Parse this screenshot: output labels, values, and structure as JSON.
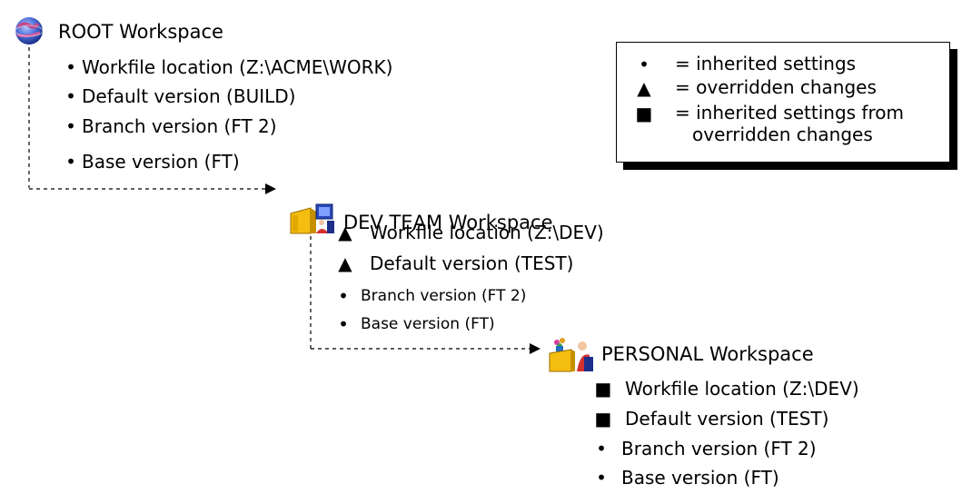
{
  "root": {
    "title": "ROOT Workspace",
    "icon": "globe-icon",
    "items": [
      {
        "marker": "•",
        "text": "Workfile location (Z:\\ACME\\WORK)"
      },
      {
        "marker": "•",
        "text": "Default version (BUILD)"
      },
      {
        "marker": "•",
        "text": "Branch version (FT 2)"
      },
      {
        "marker": "•",
        "text": "Base version (FT)"
      }
    ]
  },
  "dev_team": {
    "title": "DEV TEAM Workspace",
    "icon": "team-workstation-icon",
    "items": [
      {
        "marker": "▲",
        "text": "Workfile location (Z:\\DEV)"
      },
      {
        "marker": "▲",
        "text": "Default version (TEST)"
      },
      {
        "marker": "•",
        "text": "Branch version (FT 2)"
      },
      {
        "marker": "•",
        "text": "Base version (FT)"
      }
    ]
  },
  "personal": {
    "title": "PERSONAL Workspace",
    "icon": "personal-desk-icon",
    "items": [
      {
        "marker": "■",
        "text": "Workfile location (Z:\\DEV)"
      },
      {
        "marker": "■",
        "text": "Default version (TEST)"
      },
      {
        "marker": "•",
        "text": "Branch version (FT 2)"
      },
      {
        "marker": "•",
        "text": "Base version (FT)"
      }
    ]
  },
  "legend": {
    "rows": [
      {
        "marker": "•",
        "text": "= inherited settings"
      },
      {
        "marker": "▲",
        "text": "= overridden changes"
      },
      {
        "marker": "■",
        "text": "= inherited settings from"
      }
    ],
    "continuation": "overridden changes"
  },
  "colors": {
    "connector": "#000000",
    "globe": "#3b63c4",
    "desk": "#f2b90c",
    "monitor": "#1f3fa8"
  }
}
